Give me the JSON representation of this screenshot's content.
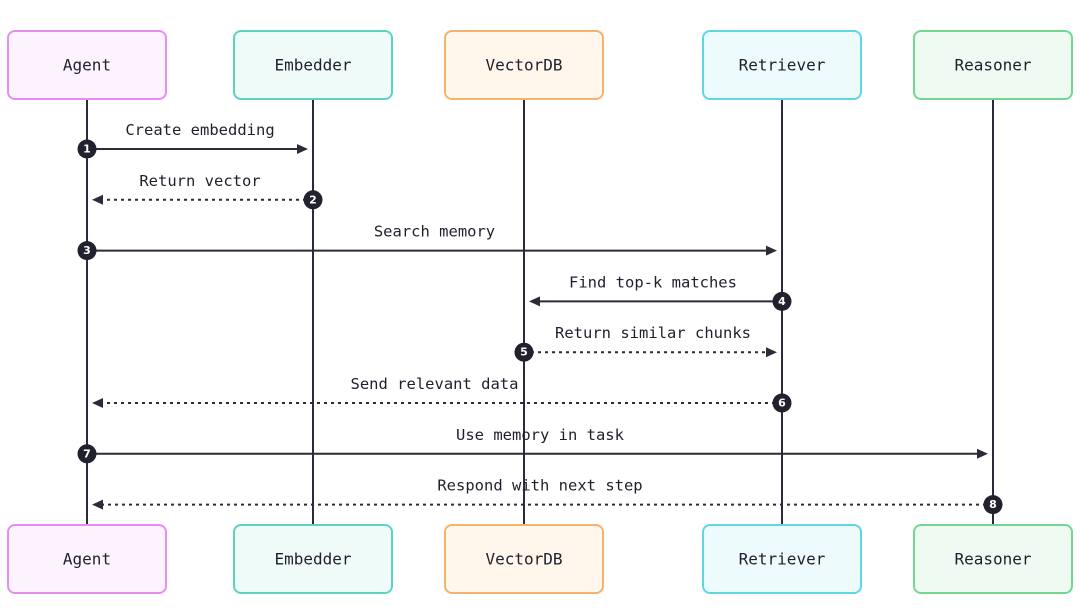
{
  "actors": [
    {
      "id": "agent",
      "label": "Agent",
      "border": "#e48ff0",
      "fill": "#fdf3fe"
    },
    {
      "id": "embedder",
      "label": "Embedder",
      "border": "#5ed3c2",
      "fill": "#effbf8"
    },
    {
      "id": "vectordb",
      "label": "VectorDB",
      "border": "#f5b26b",
      "fill": "#fff6ec"
    },
    {
      "id": "retriever",
      "label": "Retriever",
      "border": "#5fd6e6",
      "fill": "#eefbfd"
    },
    {
      "id": "reasoner",
      "label": "Reasoner",
      "border": "#71d98f",
      "fill": "#effbf2"
    }
  ],
  "messages": [
    {
      "num": "1",
      "from": "agent",
      "to": "embedder",
      "label": "Create embedding",
      "style": "solid"
    },
    {
      "num": "2",
      "from": "embedder",
      "to": "agent",
      "label": "Return vector",
      "style": "dotted"
    },
    {
      "num": "3",
      "from": "agent",
      "to": "retriever",
      "label": "Search memory",
      "style": "solid"
    },
    {
      "num": "4",
      "from": "retriever",
      "to": "vectordb",
      "label": "Find top-k matches",
      "style": "solid"
    },
    {
      "num": "5",
      "from": "vectordb",
      "to": "retriever",
      "label": "Return similar chunks",
      "style": "dotted"
    },
    {
      "num": "6",
      "from": "retriever",
      "to": "agent",
      "label": "Send relevant data",
      "style": "dotted"
    },
    {
      "num": "7",
      "from": "agent",
      "to": "reasoner",
      "label": "Use memory in task",
      "style": "solid"
    },
    {
      "num": "8",
      "from": "reasoner",
      "to": "agent",
      "label": "Respond with next step",
      "style": "dotted"
    }
  ]
}
